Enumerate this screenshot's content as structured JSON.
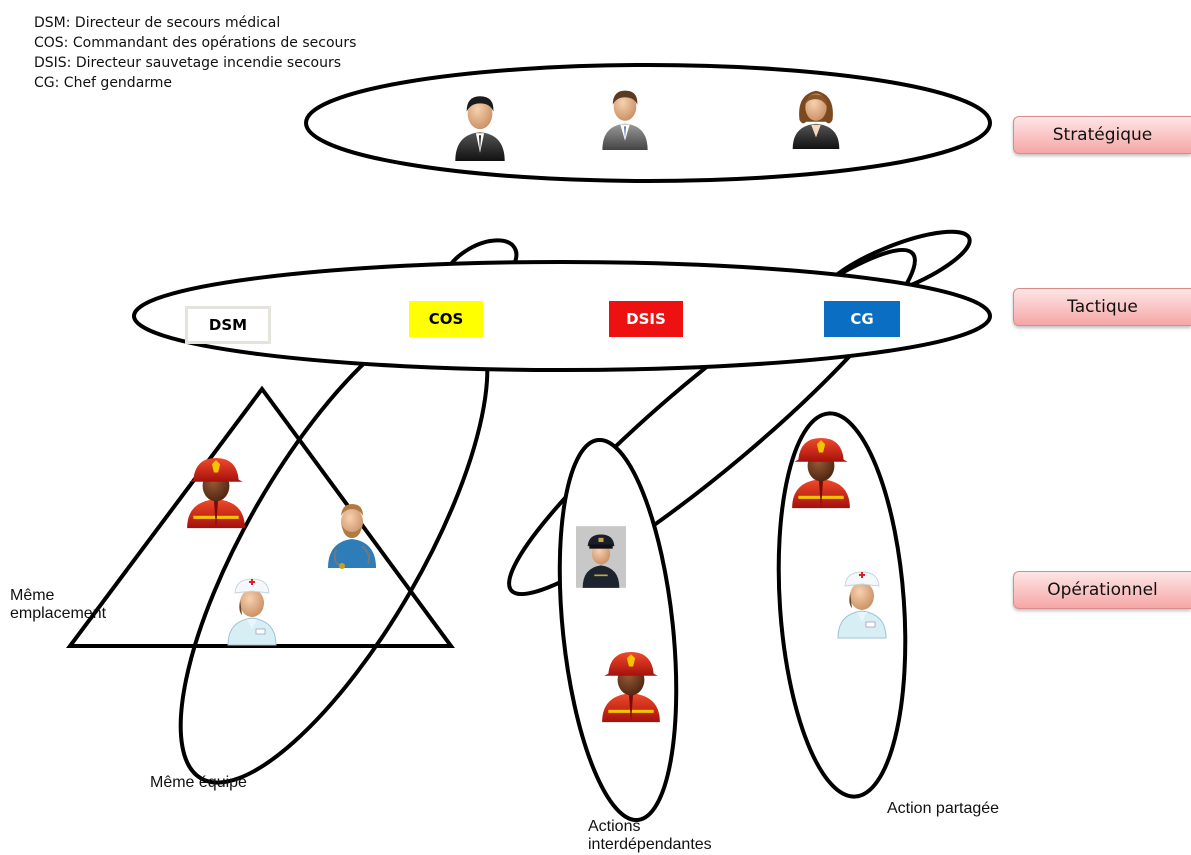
{
  "legend": [
    "DSM: Directeur de secours médical",
    "COS: Commandant des opérations de secours",
    "DSIS: Directeur sauvetage incendie secours",
    "CG: Chef gendarme"
  ],
  "levels": {
    "strategic": "Stratégique",
    "tactical": "Tactique",
    "operational": "Opérationnel"
  },
  "roles": {
    "dsm": "DSM",
    "cos": "COS",
    "dsis": "DSIS",
    "cg": "CG"
  },
  "role_colors": {
    "dsm": "#ffffff",
    "cos": "#ffff00",
    "dsis": "#ee1111",
    "cg": "#0a6fc2"
  },
  "groups": {
    "same_location_line1": "Même",
    "same_location_line2": "emplacement",
    "same_team": "Même équipe",
    "interdependent_line1": "Actions",
    "interdependent_line2": "interdépendantes",
    "shared_action": "Action partagée"
  },
  "icons": {
    "strategic": [
      "businessman-icon",
      "businessman-icon",
      "businesswoman-icon"
    ],
    "operational": [
      "firefighter-icon",
      "doctor-icon",
      "nurse-icon",
      "police-officer-icon",
      "firefighter-icon",
      "firefighter-icon",
      "nurse-icon"
    ]
  }
}
